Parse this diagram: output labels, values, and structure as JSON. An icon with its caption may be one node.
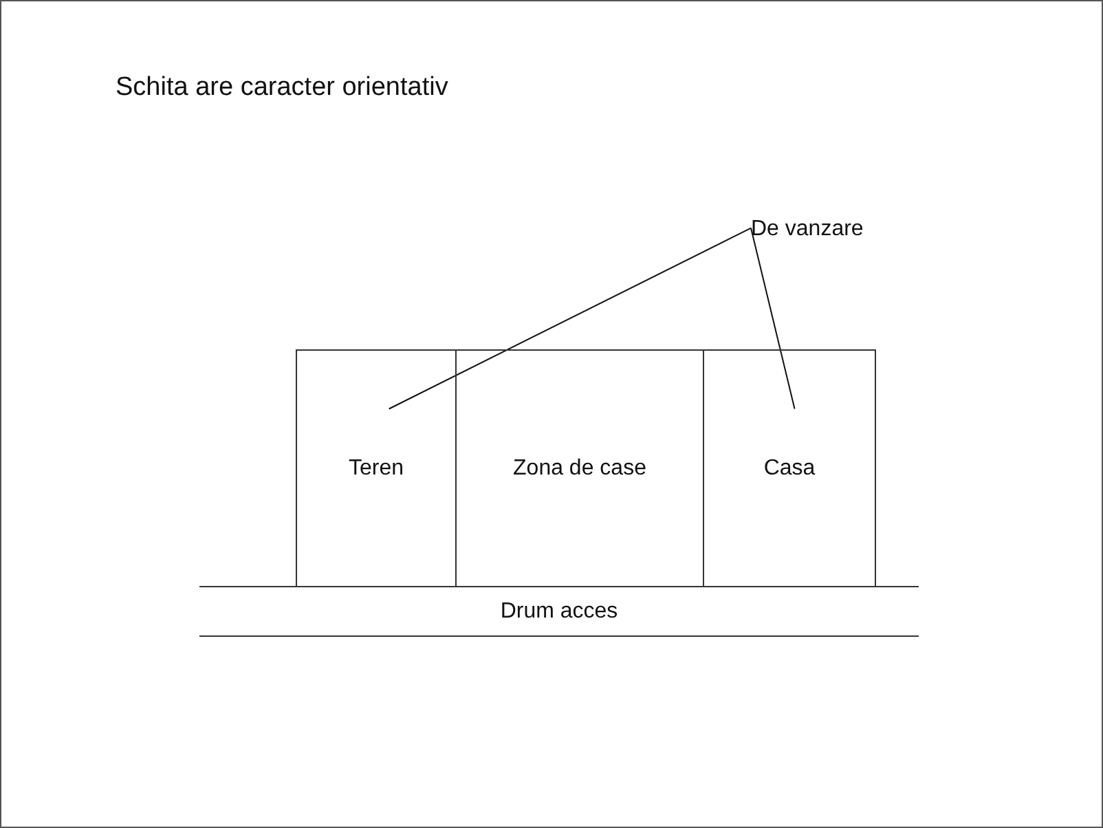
{
  "diagram": {
    "title": "Schita are caracter orientativ",
    "nodes": [
      {
        "text": [
          "De vanzare"
        ]
      },
      {
        "text": [
          "Teren"
        ]
      },
      {
        "text": [
          "Zona de case"
        ]
      },
      {
        "text": [
          "Casa"
        ]
      },
      {
        "text": [
          "Drum acces"
        ]
      }
    ],
    "edges": [
      {
        "from": 0,
        "to": 1,
        "arrow": "none"
      },
      {
        "from": 0,
        "to": 3,
        "arrow": "none"
      }
    ]
  }
}
